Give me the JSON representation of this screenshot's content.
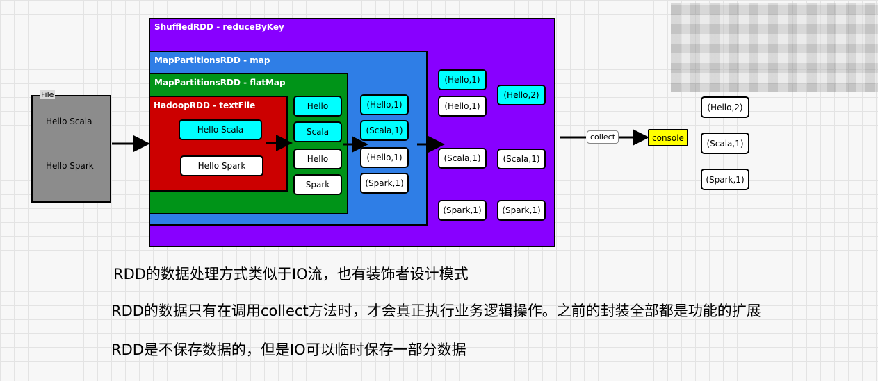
{
  "file": {
    "label": "File",
    "lines": [
      "Hello Scala",
      "Hello Spark"
    ]
  },
  "containers": {
    "shuffled": "ShuffledRDD - reduceByKey",
    "map": "MapPartitionsRDD - map",
    "flatmap": "MapPartitionsRDD - flatMap",
    "hadoop": "HadoopRDD - textFile"
  },
  "hadoop_lines": [
    "Hello Scala",
    "Hello Spark"
  ],
  "words": [
    "Hello",
    "Scala",
    "Hello",
    "Spark"
  ],
  "pairs": [
    "(Hello,1)",
    "(Scala,1)",
    "(Hello,1)",
    "(Spark,1)"
  ],
  "grouped": {
    "col1": [
      "(Hello,1)",
      "(Hello,1)",
      "(Scala,1)",
      "(Spark,1)"
    ],
    "col2": [
      "(Hello,2)",
      "(Scala,1)",
      "(Spark,1)"
    ]
  },
  "collect_label": "collect",
  "console_label": "console",
  "output": [
    "(Hello,2)",
    "(Scala,1)",
    "(Spark,1)"
  ],
  "notes": [
    "RDD的数据处理方式类似于IO流，也有装饰者设计模式",
    "RDD的数据只有在调用collect方法时，才会真正执行业务逻辑操作。之前的封装全部都是功能的扩展",
    "RDD是不保存数据的，但是IO可以临时保存一部分数据"
  ],
  "colors": {
    "purple": "#8800ff",
    "blue": "#2f7ee6",
    "green": "#009418",
    "red": "#cc0000",
    "cyan": "#00ffff",
    "gray": "#8c8c8c",
    "yellow": "#ffff00"
  }
}
